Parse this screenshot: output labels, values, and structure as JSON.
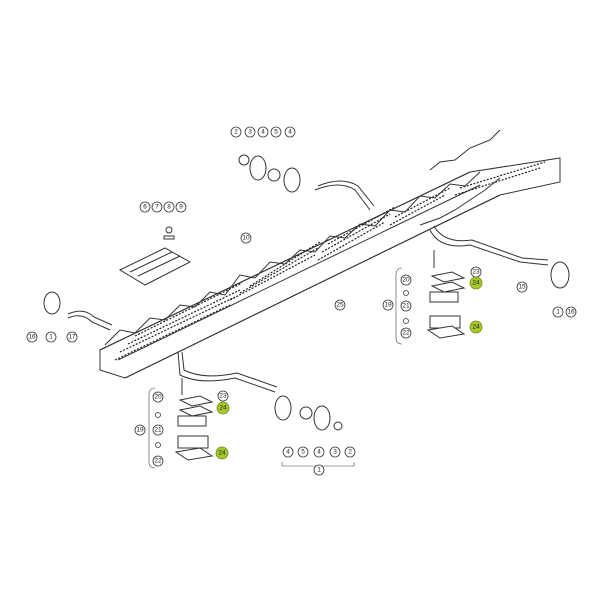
{
  "diagram": {
    "title": "Walkway / grate assembly exploded parts view",
    "highlight_color": "#a6c82a",
    "callouts": {
      "top_bearing": [
        "2",
        "3",
        "4",
        "5",
        "4"
      ],
      "plate_group": [
        "6",
        "7",
        "8",
        "9"
      ],
      "walkway": "10",
      "pin": "25",
      "right_clamp": {
        "bolt": "20",
        "plate_a": "23",
        "shim_a": "24",
        "group": "19",
        "block_a": "",
        "spacer": "21",
        "block_b": "",
        "shim_b": "24",
        "nut": "22"
      },
      "left_clamp": {
        "bolt": "20",
        "plate_a": "23",
        "shim_a": "24",
        "group": "19",
        "block_a": "",
        "spacer": "21",
        "block_b": "",
        "shim_b": "24",
        "nut": "22"
      },
      "bottom_bearing": [
        "4",
        "5",
        "4",
        "3",
        "2"
      ],
      "bottom_bearing_group": "1",
      "left_end": [
        "16",
        "1",
        "17"
      ],
      "right_end": {
        "arm": "15",
        "disc": "1",
        "bolt": "16"
      }
    }
  }
}
